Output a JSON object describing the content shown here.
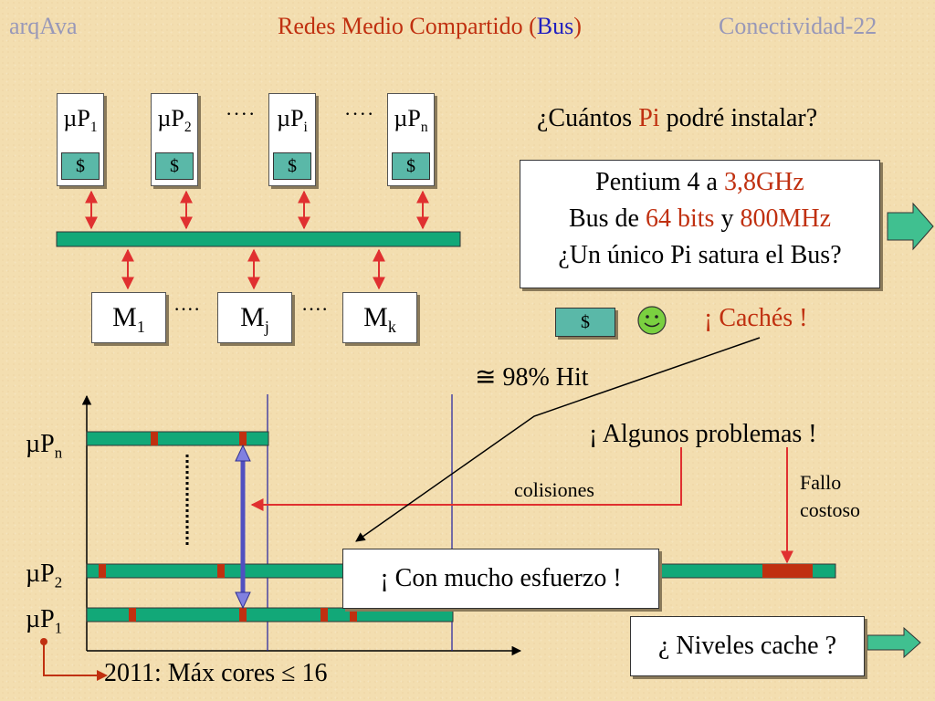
{
  "header": {
    "left": "arqAva",
    "center_a": "Redes Medio Compartido (",
    "center_b": "Bus",
    "center_c": ")",
    "right": "Conectividad-22"
  },
  "processors": [
    {
      "base": "µP",
      "sub": "1",
      "cache": "$"
    },
    {
      "base": "µP",
      "sub": "2",
      "cache": "$"
    },
    {
      "base": "µP",
      "sub": "i",
      "cache": "$"
    },
    {
      "base": "µP",
      "sub": "n",
      "cache": "$"
    }
  ],
  "memories": [
    {
      "base": "M",
      "sub": "1"
    },
    {
      "base": "M",
      "sub": "j"
    },
    {
      "base": "M",
      "sub": "k"
    }
  ],
  "dots": "····",
  "dots_short": "····",
  "question": {
    "a": "¿Cuántos ",
    "b": "Pi",
    "c": " podré instalar?"
  },
  "spec": {
    "l1a": "Pentium 4 a ",
    "l1b": "3,8GHz",
    "l2a": "Bus de ",
    "l2b": "64 bits",
    "l2c": " y ",
    "l2d": "800MHz",
    "l3": "¿Un único Pi satura el Bus?"
  },
  "cache_symbol": "$",
  "caches_text": "¡ Cachés !",
  "hit_text": "≅ 98% Hit",
  "problems_text": "¡ Algunos problemas !",
  "collisions_text": "colisiones",
  "fallo_text": "Fallo",
  "costoso_text": "costoso",
  "effort_text": "¡ Con mucho esfuerzo !",
  "levels_text": "¿ Niveles cache ?",
  "max_cores_text": "2011: Máx cores ≤ 16",
  "timeline_labels": [
    {
      "base": "µP",
      "sub": "n"
    },
    {
      "base": "µP",
      "sub": "2"
    },
    {
      "base": "µP",
      "sub": "1"
    }
  ],
  "colors": {
    "bus": "#12a878",
    "arrow_red": "#e03030",
    "accent_red": "#c03010",
    "axis_blue": "#2020a0",
    "smiley": "#7ad040",
    "right_arrow": "#40c090"
  }
}
